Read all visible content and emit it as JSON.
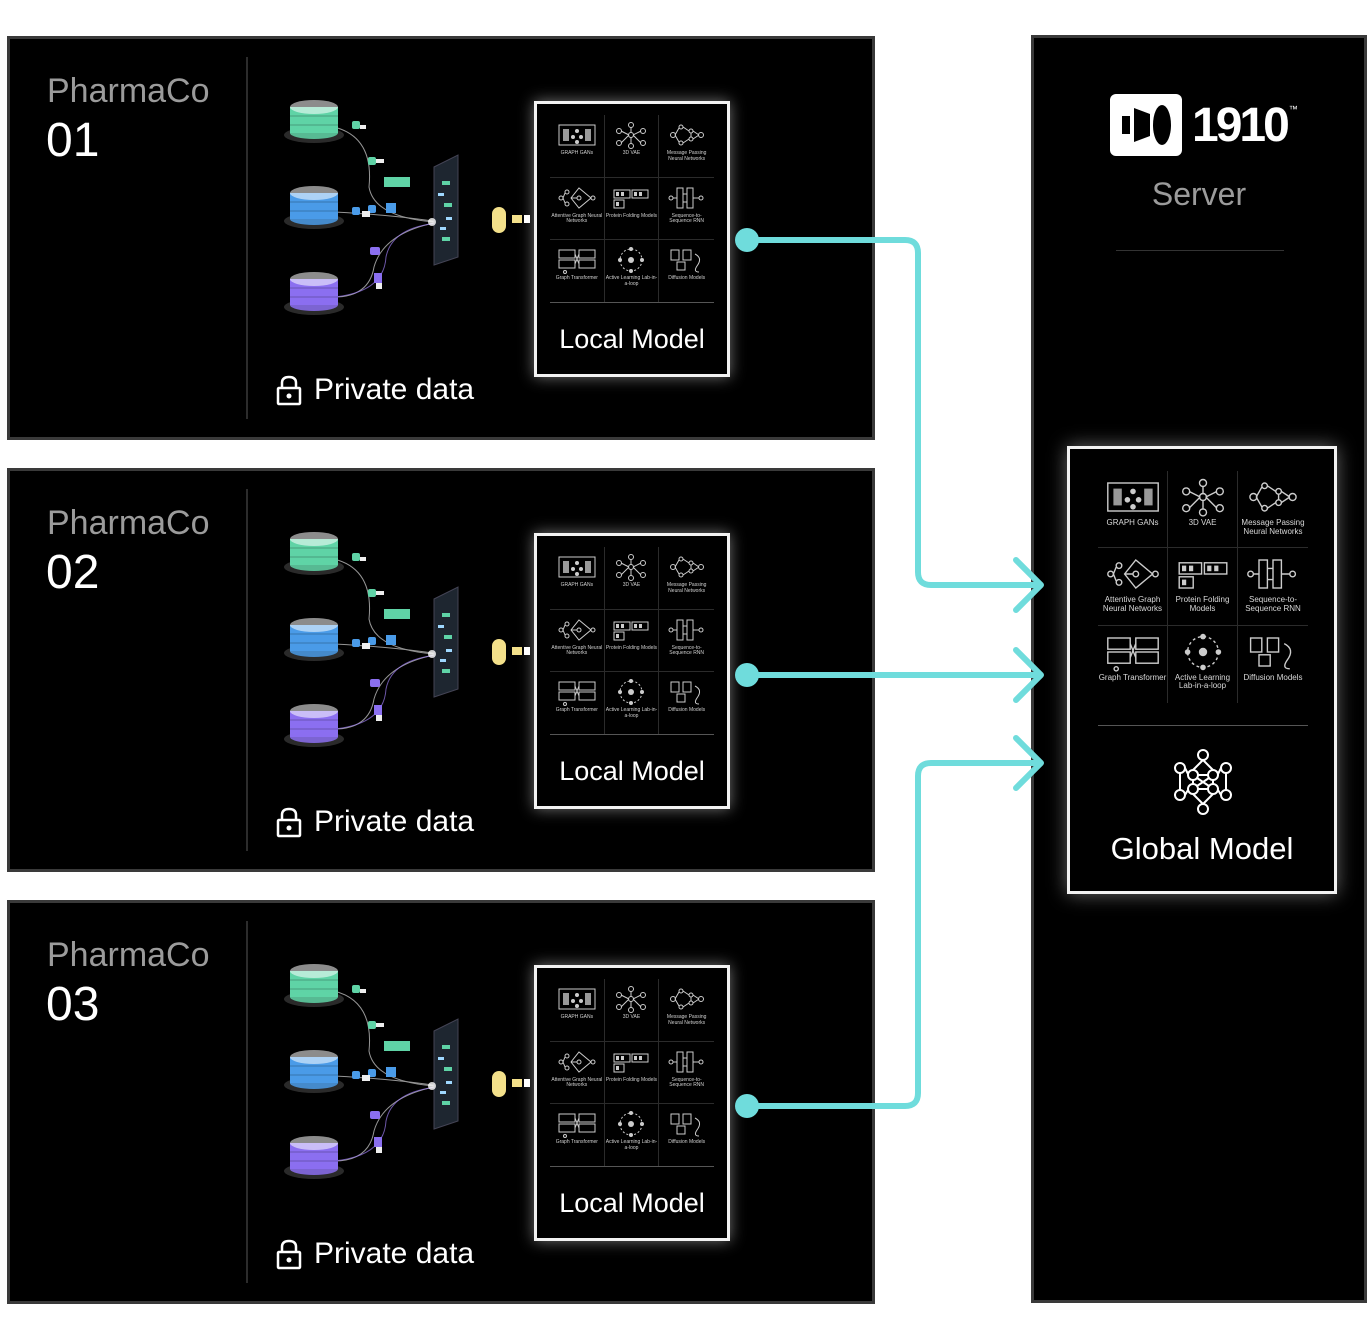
{
  "clients": [
    {
      "name": "PharmaCo",
      "number": "01",
      "private_label": "Private data",
      "model_label": "Local Model"
    },
    {
      "name": "PharmaCo",
      "number": "02",
      "private_label": "Private data",
      "model_label": "Local Model"
    },
    {
      "name": "PharmaCo",
      "number": "03",
      "private_label": "Private data",
      "model_label": "Local Model"
    }
  ],
  "model_types": [
    {
      "label": "GRAPH GANs",
      "icon": "graph-gan-icon"
    },
    {
      "label": "3D VAE",
      "icon": "vae-icon"
    },
    {
      "label": "Message Passing Neural Networks",
      "icon": "mpnn-icon"
    },
    {
      "label": "Attentive Graph Neural Networks",
      "icon": "attentive-gnn-icon"
    },
    {
      "label": "Protein Folding Models",
      "icon": "protein-folding-icon"
    },
    {
      "label": "Sequence-to-Sequence RNN",
      "icon": "seq2seq-icon"
    },
    {
      "label": "Graph Transformer",
      "icon": "graph-transformer-icon"
    },
    {
      "label": "Active Learning Lab-in-a-loop",
      "icon": "active-learning-icon"
    },
    {
      "label": "Diffusion Models",
      "icon": "diffusion-icon"
    }
  ],
  "server": {
    "brand": "1910",
    "brand_tm": "™",
    "label": "Server",
    "global_model_label": "Global Model"
  },
  "colors": {
    "connector": "#6fdcdc",
    "db_green": "#5fd3a6",
    "db_blue": "#4a9be8",
    "db_purple": "#8b6ff0"
  }
}
